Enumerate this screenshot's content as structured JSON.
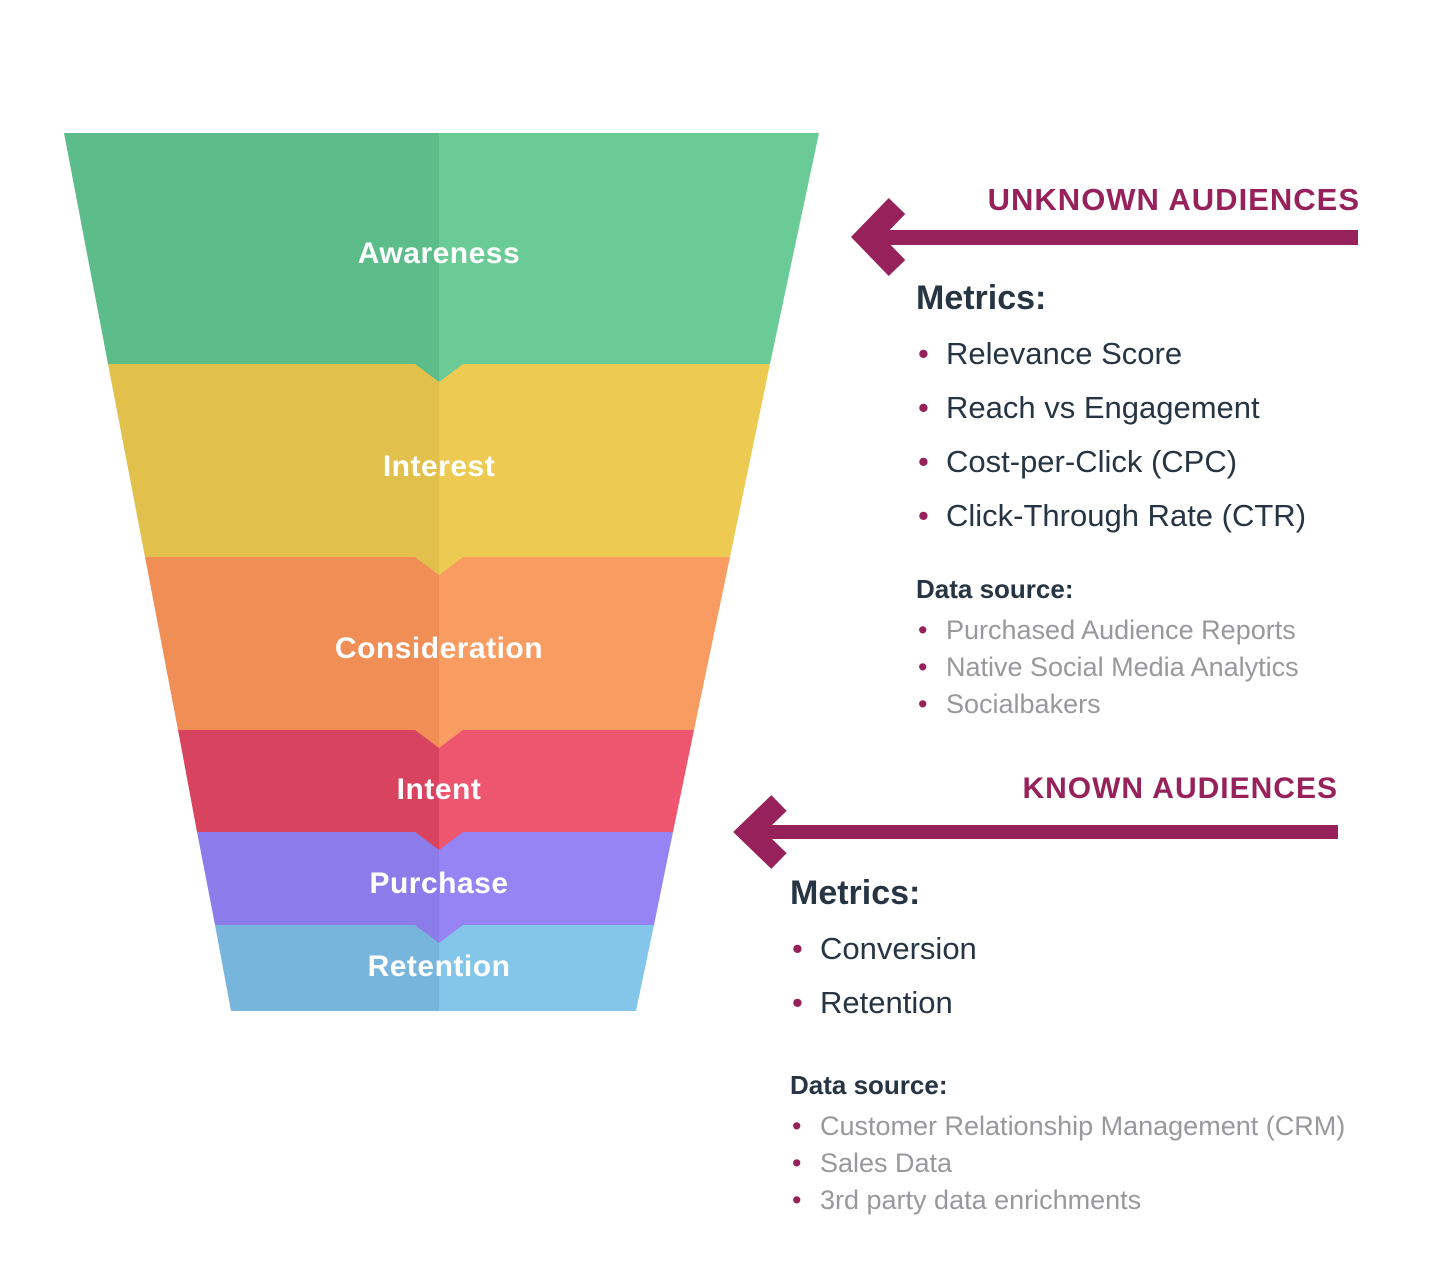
{
  "funnel": {
    "stages": [
      {
        "label": "Awareness",
        "color_left": "#5dbd8a",
        "color_right": "#6bcb97"
      },
      {
        "label": "Interest",
        "color_left": "#e1c04b",
        "color_right": "#edca52"
      },
      {
        "label": "Consideration",
        "color_left": "#f18e56",
        "color_right": "#f89c61"
      },
      {
        "label": "Intent",
        "color_left": "#d8435f",
        "color_right": "#ee556f"
      },
      {
        "label": "Purchase",
        "color_left": "#8c7ce9",
        "color_right": "#9683f4"
      },
      {
        "label": "Retention",
        "color_left": "#78b5dd",
        "color_right": "#84c5ea"
      }
    ]
  },
  "unknown_audiences": {
    "title": "UNKNOWN AUDIENCES",
    "metrics_heading": "Metrics:",
    "metrics": [
      "Relevance Score",
      "Reach vs Engagement",
      "Cost-per-Click (CPC)",
      "Click-Through Rate (CTR)"
    ],
    "data_source_heading": "Data source:",
    "data_sources": [
      "Purchased Audience Reports",
      "Native Social Media Analytics",
      "Socialbakers"
    ]
  },
  "known_audiences": {
    "title": "KNOWN AUDIENCES",
    "metrics_heading": "Metrics:",
    "metrics": [
      "Conversion",
      "Retention"
    ],
    "data_source_heading": "Data source:",
    "data_sources": [
      "Customer Relationship Management (CRM)",
      "Sales Data",
      "3rd party data enrichments"
    ]
  },
  "colors": {
    "accent": "#97215a",
    "text_dark": "#263443",
    "text_gray": "#98989d",
    "label_text": "#ffffff"
  }
}
